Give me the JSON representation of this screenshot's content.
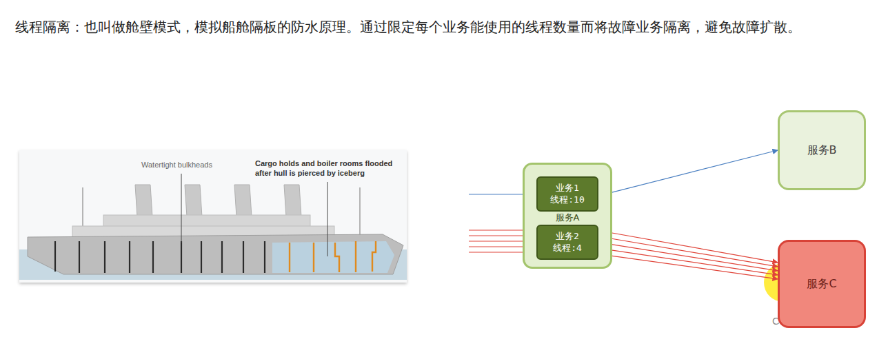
{
  "diagram": {
    "caption": "线程隔离：也叫做舱壁模式，模拟船舱隔板的防水原理。通过限定每个业务能使用的线程数量而将故障业务隔离，避免故障扩散。",
    "nodes": [
      {
        "text": [
          "服务A"
        ]
      },
      {
        "text": [
          "业务1",
          "线程:10"
        ],
        "in": 0
      },
      {
        "text": [
          "业务2",
          "线程:4"
        ],
        "in": 0
      },
      {
        "text": [
          "服务B"
        ]
      },
      {
        "text": [
          "服务C"
        ]
      }
    ],
    "edges": [
      {
        "from": 1,
        "to": 3,
        "arrow": "to"
      },
      {
        "from": 2,
        "to": 4,
        "arrow": "to"
      },
      {
        "from": 2,
        "to": 4,
        "arrow": "to"
      },
      {
        "from": 2,
        "to": 4,
        "arrow": "to"
      },
      {
        "from": 2,
        "to": 4,
        "arrow": "to"
      },
      {
        "from": 2,
        "to": 4,
        "arrow": "to"
      }
    ],
    "labels": [
      "Watertight bulkheads",
      "Cargo holds and boiler rooms flooded after hull is pierced by iceberg",
      "CSDN @杰克尼"
    ]
  }
}
